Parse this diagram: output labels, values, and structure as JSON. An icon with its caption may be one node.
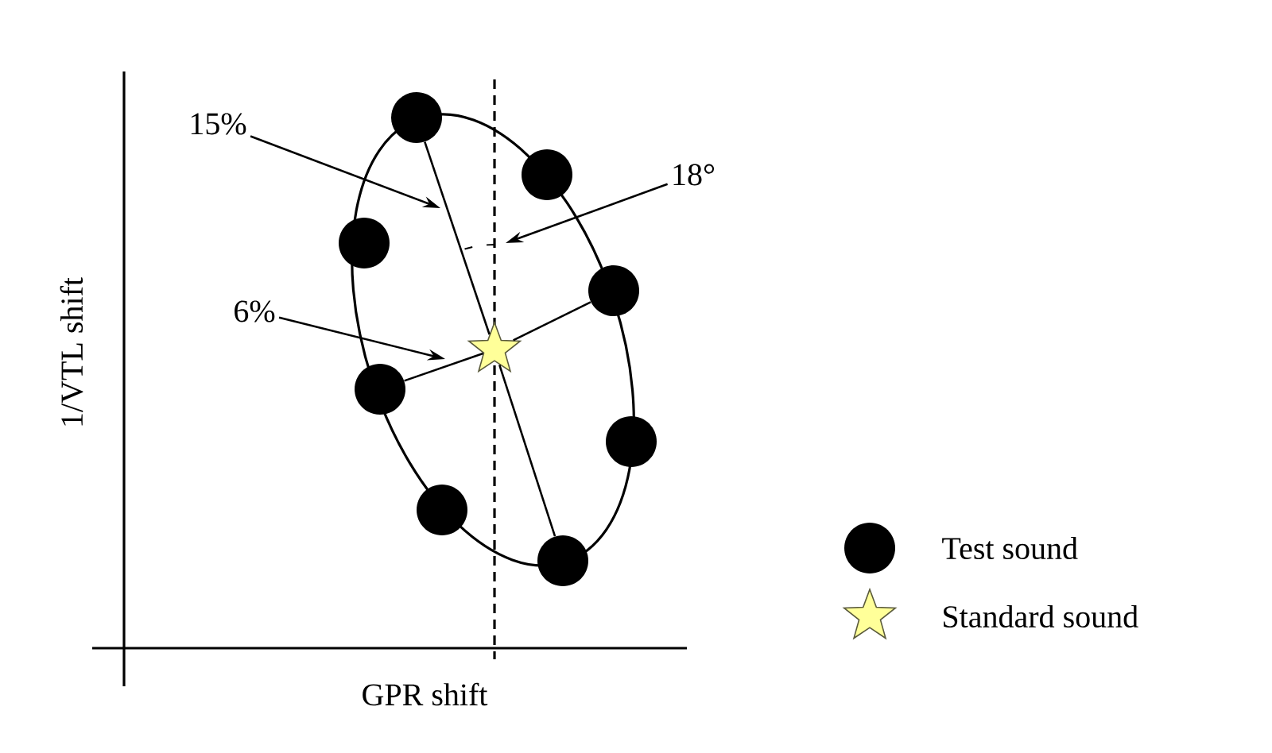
{
  "diagram": {
    "nodes": [
      {
        "text": [
          "15%"
        ]
      },
      {
        "text": [
          "18°"
        ]
      },
      {
        "text": [
          "6%"
        ]
      },
      {
        "text": [],
        "shape": "circle"
      },
      {
        "text": [],
        "shape": "circle"
      },
      {
        "text": [],
        "shape": "circle"
      },
      {
        "text": [],
        "shape": "circle"
      },
      {
        "text": [],
        "shape": "circle"
      },
      {
        "text": [],
        "shape": "circle"
      },
      {
        "text": [],
        "shape": "circle"
      },
      {
        "text": [],
        "shape": "circle"
      },
      {
        "text": [],
        "shape": "star"
      }
    ],
    "edges": [
      {
        "from": 0,
        "to": null,
        "arrow": "to"
      },
      {
        "from": 1,
        "to": null,
        "arrow": "to"
      },
      {
        "from": 2,
        "to": null,
        "arrow": "to"
      },
      {
        "from": 3,
        "to": 11,
        "arrow": "none"
      },
      {
        "from": 11,
        "to": 10,
        "arrow": "none"
      },
      {
        "from": 7,
        "to": 11,
        "arrow": "none"
      },
      {
        "from": 11,
        "to": 6,
        "arrow": "none"
      }
    ],
    "labels": [
      "1/VTL shift",
      "GPR shift"
    ],
    "legend": [
      {
        "text": "Test sound"
      },
      {
        "text": "Standard sound"
      }
    ]
  }
}
